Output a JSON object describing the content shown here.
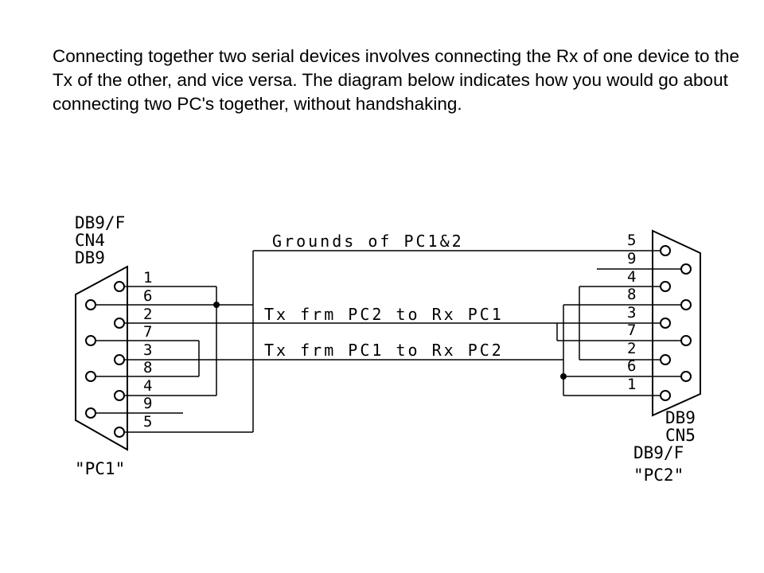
{
  "intro_text": "Connecting together two serial devices involves connecting the Rx of one device to the Tx of the other, and vice versa. The diagram below indicates how you would go about connecting two PC's together, without handshaking.",
  "left_connector": {
    "header_lines": [
      "DB9/F",
      "CN4",
      "DB9"
    ],
    "pins": [
      "1",
      "6",
      "2",
      "7",
      "3",
      "8",
      "4",
      "9",
      "5"
    ],
    "caption": "\"PC1\""
  },
  "right_connector": {
    "pins": [
      "5",
      "9",
      "4",
      "8",
      "3",
      "7",
      "2",
      "6",
      "1"
    ],
    "footer_lines": [
      "DB9",
      "CN5",
      "DB9/F"
    ],
    "caption": "\"PC2\""
  },
  "wires": {
    "ground": "Grounds of PC1&2",
    "tx_pc2": "Tx frm PC2 to Rx PC1",
    "tx_pc1": "Tx frm PC1 to Rx PC2"
  },
  "colors": {
    "ink": "#000000",
    "background": "#ffffff"
  }
}
